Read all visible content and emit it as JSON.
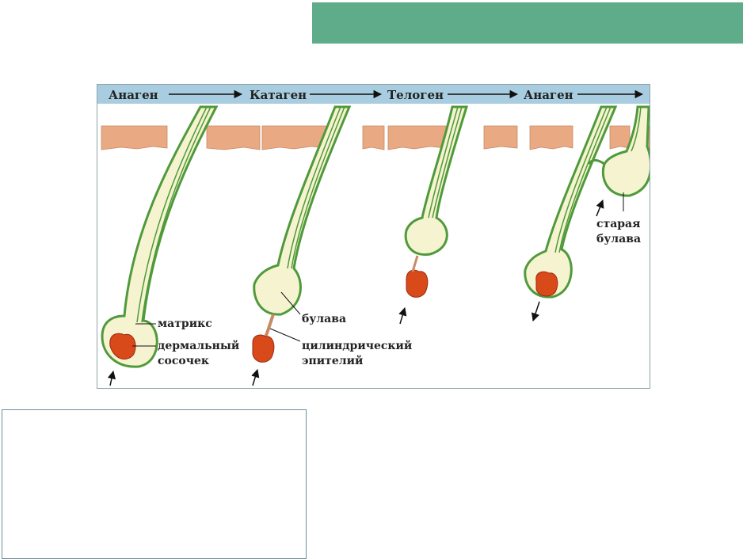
{
  "header": {
    "title": ""
  },
  "figure": {
    "stages": [
      "Анаген",
      "Катаген",
      "Телоген",
      "Анаген"
    ],
    "labels": {
      "matrix": "матрикс",
      "papilla_1": "дермальный",
      "papilla_2": "сосочек",
      "club": "булава",
      "epithelium_1": "цилиндрический",
      "epithelium_2": "эпителий",
      "old_club_1": "старая",
      "old_club_2": "булава"
    }
  },
  "colors": {
    "banner": "#5fac8a",
    "stage_strip": "#a9cde0",
    "skin": "#e9a982",
    "follicle_fill": "#f6f3d0",
    "follicle_outline": "#4f9a3b",
    "papilla": "#d94a1a",
    "text": "#222222"
  },
  "notes": {
    "text": ""
  }
}
